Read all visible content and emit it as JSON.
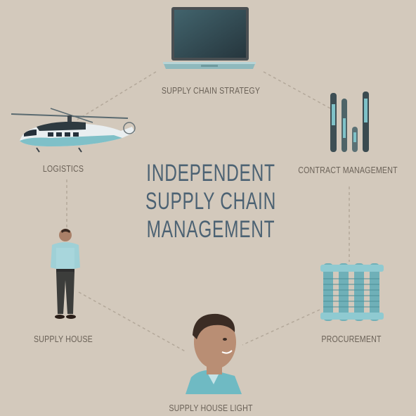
{
  "center_title": {
    "line1": "INDEPENDENT",
    "line2": "SUPPLY CHAIN",
    "line3": "MANAGEMENT"
  },
  "nodes": {
    "strategy": {
      "label": "SUPPLY CHAIN STRATEGY",
      "icon": "laptop-icon"
    },
    "contract": {
      "label": "CONTRACT MANAGEMENT",
      "icon": "pens-icon"
    },
    "procurement": {
      "label": "PROCUREMENT",
      "icon": "bolts-icon"
    },
    "house_light": {
      "label": "SUPPLY HOUSE LIGHT",
      "icon": "man-portrait-icon"
    },
    "house": {
      "label": "SUPPLY HOUSE",
      "icon": "standing-man-icon"
    },
    "logistics": {
      "label": "LOGISTICS",
      "icon": "helicopter-icon"
    }
  },
  "colors": {
    "background": "#d3c9bc",
    "title": "#4c6273",
    "label": "#6b6258",
    "accent": "#6fb7c0"
  }
}
